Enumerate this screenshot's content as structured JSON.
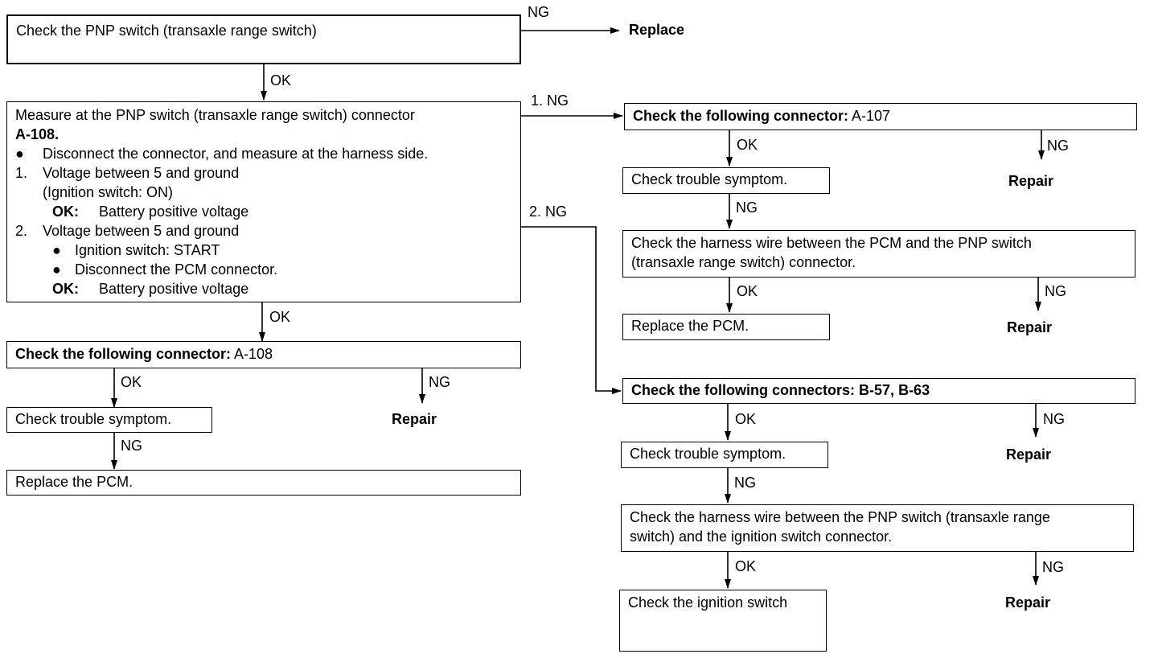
{
  "boxes": {
    "pnp_check": "Check the PNP switch (transaxle range switch)",
    "measure": {
      "title_line1": "Measure at the PNP switch (transaxle range switch) connector",
      "title_line2": "A-108.",
      "bullet_char": "●",
      "step0": "Disconnect the connector, and measure at the harness side.",
      "step1_num": "1.",
      "step1": "Voltage between 5 and ground",
      "step1_cond": "(Ignition switch: ON)",
      "ok_label": "OK:",
      "step1_ok": "Battery positive voltage",
      "step2_num": "2.",
      "step2": "Voltage between 5 and ground",
      "step2_bullet1": "Ignition switch: START",
      "step2_bullet2": "Disconnect the PCM connector.",
      "step2_ok": "Battery positive voltage"
    },
    "conn_a108_label": "Check the following connector:",
    "conn_a108_value": "A-108",
    "left_trouble": "Check trouble symptom.",
    "left_replace_pcm": "Replace the PCM.",
    "conn_a107_label": "Check the following connector:",
    "conn_a107_value": "A-107",
    "r1_trouble": "Check trouble symptom.",
    "harness_pcm_line1": "Check the harness wire between the PCM and the PNP switch",
    "harness_pcm_line2": "(transaxle range switch) connector.",
    "r1_replace_pcm": "Replace the PCM.",
    "conn_b57_label": "Check the following connectors:",
    "conn_b57_value": "B-57, B-63",
    "r2_trouble": "Check trouble symptom.",
    "harness_ign_line1": "Check the harness wire between the PNP switch (transaxle range",
    "harness_ign_line2": "switch) and the ignition switch connector.",
    "ign_check": "Check the ignition switch"
  },
  "labels": {
    "ng": "NG",
    "ok": "OK",
    "ng1": "1. NG",
    "ng2": "2. NG",
    "replace": "Replace",
    "repair": "Repair"
  }
}
